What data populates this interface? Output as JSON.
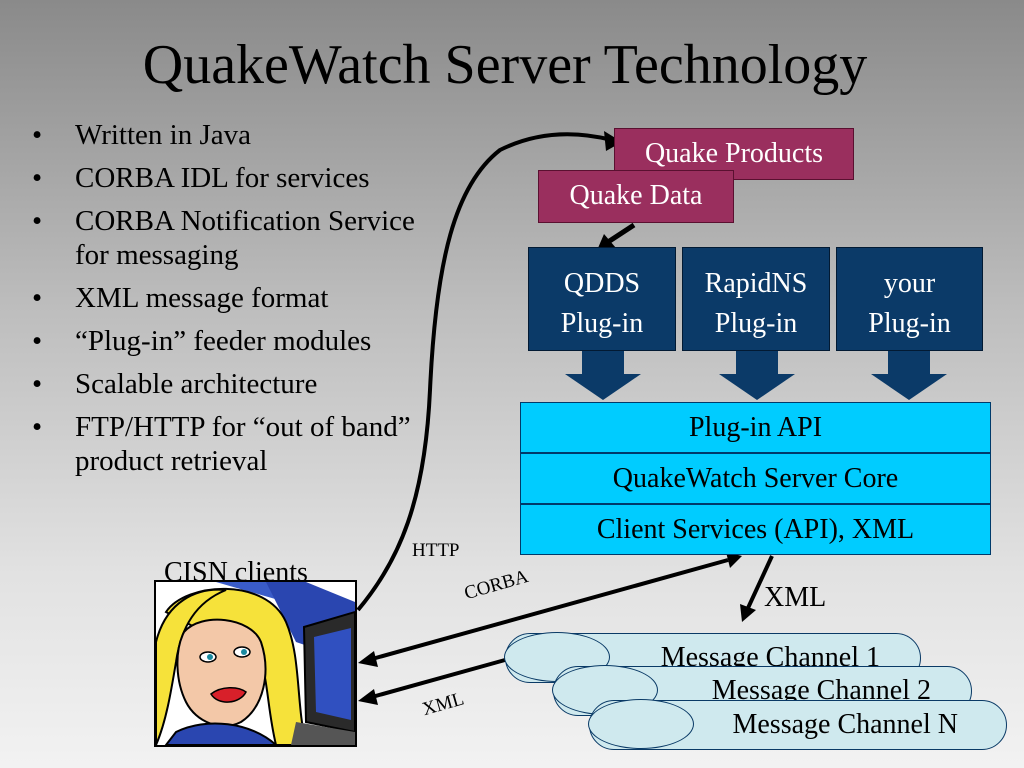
{
  "title": "QuakeWatch Server Technology",
  "bullets": [
    "Written in Java",
    "CORBA IDL for services",
    "CORBA Notification Service for messaging",
    "XML message format",
    "“Plug-in” feeder modules",
    "Scalable architecture",
    "FTP/HTTP for “out of band” product retrieval"
  ],
  "diagram": {
    "quake_products": "Quake Products",
    "quake_data": "Quake Data",
    "plugins": [
      {
        "line1": "QDDS",
        "line2": "Plug-in"
      },
      {
        "line1": "RapidNS",
        "line2": "Plug-in"
      },
      {
        "line1": "your",
        "line2": "Plug-in"
      }
    ],
    "server_layers": [
      "Plug-in API",
      "QuakeWatch Server Core",
      "Client Services (API), XML"
    ],
    "connections": {
      "http": "HTTP",
      "corba": "CORBA",
      "xml_small": "XML",
      "xml_large": "XML"
    },
    "channels": [
      "Message Channel 1",
      "Message Channel 2",
      "Message Channel N"
    ],
    "clients_label": "CISN clients",
    "colors": {
      "maroon": "#9a2f5e",
      "navy": "#0b3a68",
      "cyan": "#00ccff",
      "channel": "#cfe9ee"
    }
  }
}
